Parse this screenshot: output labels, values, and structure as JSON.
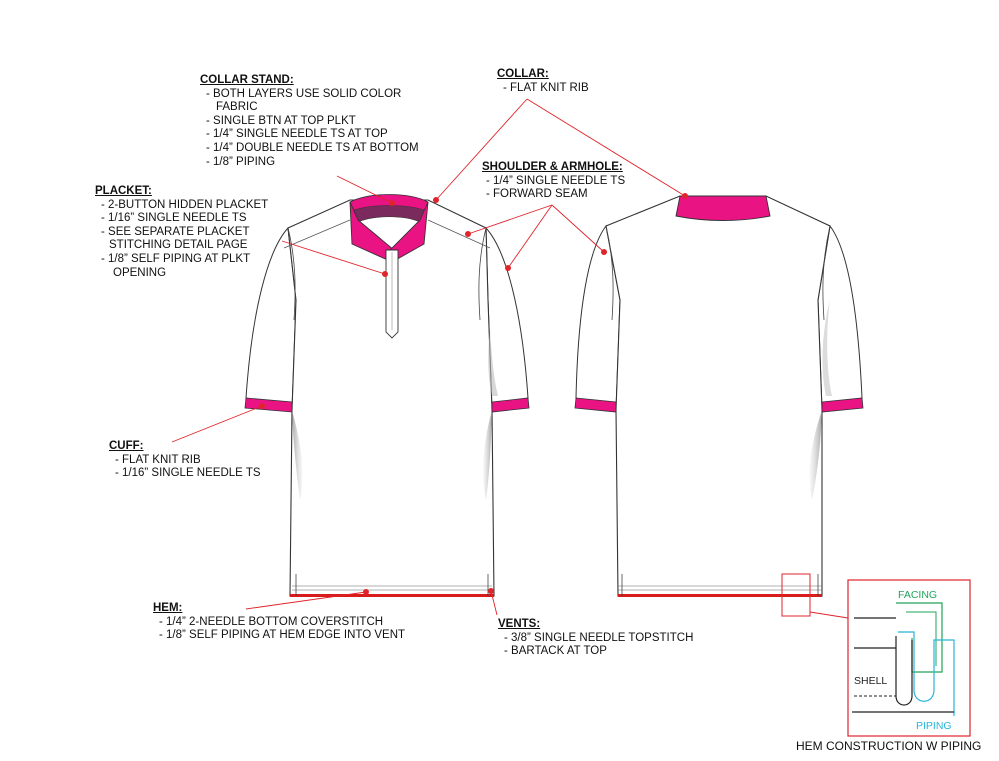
{
  "colors": {
    "accent_pink": "#ea1384",
    "callout_red": "#e0242b",
    "facing_green": "#20a45a",
    "piping_cyan": "#29b5d8",
    "outline": "#333333",
    "shade": "#b5b5b5"
  },
  "annotations": {
    "collar_stand": {
      "heading": "COLLAR STAND:",
      "lines": [
        "- BOTH LAYERS USE SOLID COLOR",
        "FABRIC",
        "- SINGLE BTN AT TOP PLKT",
        "- 1/4” SINGLE NEEDLE TS AT TOP",
        "- 1/4” DOUBLE NEEDLE TS AT BOTTOM",
        "-  1/8” PIPING"
      ]
    },
    "collar": {
      "heading": "COLLAR:",
      "lines": [
        "- FLAT KNIT RIB"
      ]
    },
    "shoulder": {
      "heading": "SHOULDER & ARMHOLE:",
      "lines": [
        "- 1/4” SINGLE NEEDLE TS",
        "- FORWARD SEAM"
      ]
    },
    "placket": {
      "heading": "PLACKET:",
      "lines": [
        "- 2-BUTTON HIDDEN PLACKET",
        "- 1/16” SINGLE NEEDLE TS",
        "- SEE SEPARATE PLACKET",
        "STITCHING DETAIL PAGE",
        "- 1/8” SELF PIPING AT PLKT",
        "OPENING"
      ]
    },
    "cuff": {
      "heading": "CUFF:",
      "lines": [
        "- FLAT KNIT RIB",
        "- 1/16” SINGLE NEEDLE TS"
      ]
    },
    "hem": {
      "heading": "HEM:",
      "lines": [
        "- 1/4” 2-NEEDLE BOTTOM COVERSTITCH",
        "- 1/8” SELF PIPING AT HEM EDGE INTO VENT"
      ]
    },
    "vents": {
      "heading": "VENTS:",
      "lines": [
        "- 3/8” SINGLE NEEDLE TOPSTITCH",
        "- BARTACK AT TOP"
      ]
    }
  },
  "detail": {
    "facing_label": "FACING",
    "shell_label": "SHELL",
    "piping_label": "PIPING",
    "caption": "HEM CONSTRUCTION W PIPING"
  }
}
